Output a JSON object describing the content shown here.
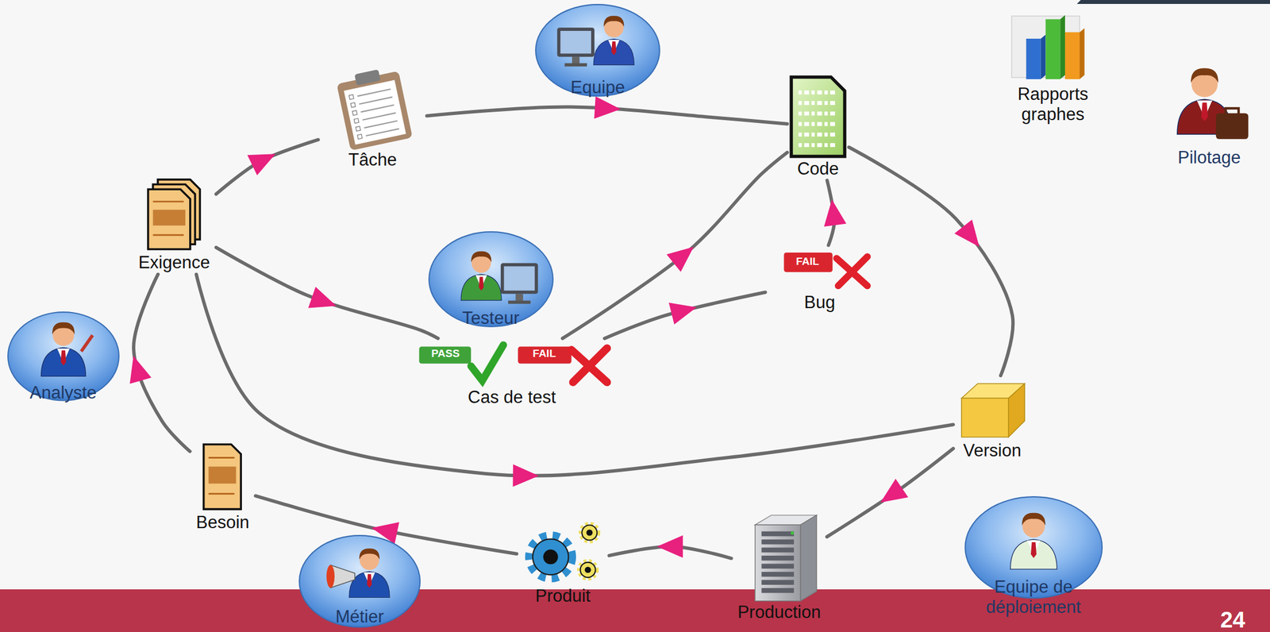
{
  "diagram": {
    "nodes": [
      {
        "text": [
          "Equipe"
        ]
      },
      {
        "text": [
          "Tâche"
        ]
      },
      {
        "text": [
          "Code"
        ]
      },
      {
        "text": [
          "Rapports graphes"
        ]
      },
      {
        "text": [
          "Pilotage"
        ]
      },
      {
        "text": [
          "Exigence"
        ]
      },
      {
        "text": [
          "Testeur"
        ]
      },
      {
        "text": [
          "Bug"
        ]
      },
      {
        "text": [
          "Analyste"
        ]
      },
      {
        "text": [
          "Cas de test"
        ]
      },
      {
        "text": [
          "Version"
        ]
      },
      {
        "text": [
          "Besoin"
        ]
      },
      {
        "text": [
          "Métier"
        ]
      },
      {
        "text": [
          "Produit"
        ]
      },
      {
        "text": [
          "Production"
        ]
      },
      {
        "text": [
          "Equipe de déploiement"
        ]
      }
    ],
    "edges": [
      {
        "from": 5,
        "to": 1,
        "arrow": "to"
      },
      {
        "from": 1,
        "to": 2,
        "arrow": "to"
      },
      {
        "from": 2,
        "to": 10,
        "arrow": "to"
      },
      {
        "from": 10,
        "to": 14,
        "arrow": "to"
      },
      {
        "from": 14,
        "to": 13,
        "arrow": "to"
      },
      {
        "from": 13,
        "to": 11,
        "arrow": "to"
      },
      {
        "from": 11,
        "to": 5,
        "arrow": "to"
      },
      {
        "from": 5,
        "to": 9,
        "arrow": "to"
      },
      {
        "from": 9,
        "to": 2,
        "arrow": "to"
      },
      {
        "from": 9,
        "to": 7,
        "arrow": "to"
      },
      {
        "from": 7,
        "to": 2,
        "arrow": "to"
      },
      {
        "from": 5,
        "to": 10,
        "arrow": "to"
      }
    ],
    "labels": [
      "FAIL",
      "PASS",
      "FAIL",
      "24"
    ]
  }
}
